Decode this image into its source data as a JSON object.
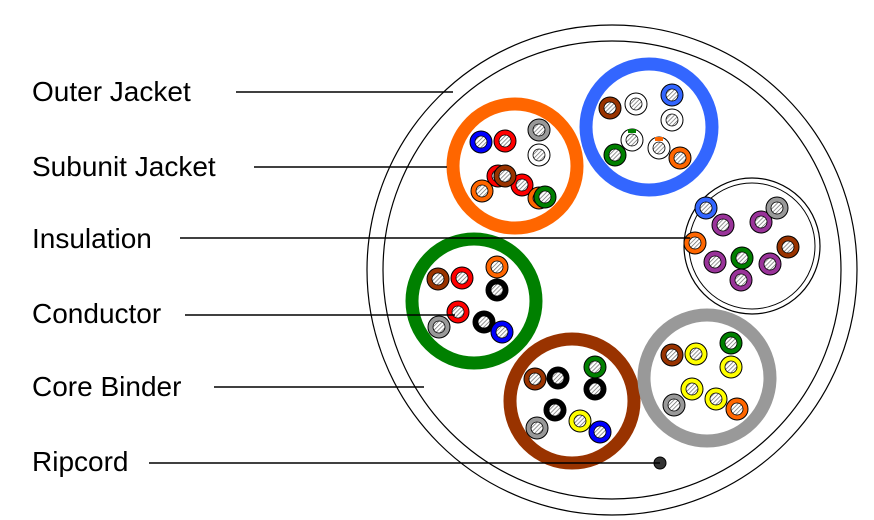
{
  "labels": {
    "outer_jacket": "Outer Jacket",
    "subunit_jacket": "Subunit Jacket",
    "insulation": "Insulation",
    "conductor": "Conductor",
    "core_binder": "Core Binder",
    "ripcord": "Ripcord"
  },
  "colors": {
    "outline": "#000000",
    "background": "#ffffff",
    "jacket_fill": "#eeeeee",
    "conductor_hatch": "#666666",
    "ripcord": "#333333"
  },
  "subunits": [
    {
      "name": "orange-subunit",
      "jacket_color": "#ff6600",
      "wires": [
        {
          "insulation": "#0000ff",
          "stripe": ""
        },
        {
          "insulation": "#ff0000",
          "stripe": ""
        },
        {
          "insulation": "#999999",
          "stripe": ""
        },
        {
          "insulation": "#ffffff",
          "stripe": ""
        },
        {
          "insulation": "#ff0000",
          "stripe": ""
        },
        {
          "insulation": "#ff6600",
          "stripe": ""
        },
        {
          "insulation": "#ff0000",
          "stripe": ""
        },
        {
          "insulation": "#ff6600",
          "stripe": ""
        },
        {
          "insulation": "#993300",
          "stripe": ""
        },
        {
          "insulation": "#008000",
          "stripe": ""
        }
      ]
    },
    {
      "name": "blue-subunit",
      "jacket_color": "#3366ff",
      "wires": [
        {
          "insulation": "#993300",
          "stripe": ""
        },
        {
          "insulation": "#ffffff",
          "stripe": ""
        },
        {
          "insulation": "#3366ff",
          "stripe": ""
        },
        {
          "insulation": "#ffffff",
          "stripe": ""
        },
        {
          "insulation": "#ffffff",
          "stripe": "#008000"
        },
        {
          "insulation": "#008000",
          "stripe": ""
        },
        {
          "insulation": "#ffffff",
          "stripe": "#ff6600"
        },
        {
          "insulation": "#ff6600",
          "stripe": ""
        }
      ]
    },
    {
      "name": "white-subunit",
      "jacket_color": "#ffffff",
      "wires": [
        {
          "insulation": "#3366ff",
          "stripe": ""
        },
        {
          "insulation": "#993399",
          "stripe": ""
        },
        {
          "insulation": "#993399",
          "stripe": ""
        },
        {
          "insulation": "#999999",
          "stripe": ""
        },
        {
          "insulation": "#ff6600",
          "stripe": ""
        },
        {
          "insulation": "#008000",
          "stripe": ""
        },
        {
          "insulation": "#993300",
          "stripe": ""
        },
        {
          "insulation": "#993399",
          "stripe": ""
        },
        {
          "insulation": "#993399",
          "stripe": ""
        },
        {
          "insulation": "#993399",
          "stripe": ""
        }
      ]
    },
    {
      "name": "green-subunit",
      "jacket_color": "#008000",
      "wires": [
        {
          "insulation": "#993300",
          "stripe": ""
        },
        {
          "insulation": "#ff0000",
          "stripe": ""
        },
        {
          "insulation": "#ff6600",
          "stripe": ""
        },
        {
          "insulation": "#000000",
          "stripe": ""
        },
        {
          "insulation": "#ff0000",
          "stripe": ""
        },
        {
          "insulation": "#999999",
          "stripe": ""
        },
        {
          "insulation": "#000000",
          "stripe": ""
        },
        {
          "insulation": "#0000ff",
          "stripe": ""
        }
      ]
    },
    {
      "name": "brown-subunit",
      "jacket_color": "#993300",
      "wires": [
        {
          "insulation": "#993300",
          "stripe": ""
        },
        {
          "insulation": "#000000",
          "stripe": ""
        },
        {
          "insulation": "#008000",
          "stripe": ""
        },
        {
          "insulation": "#000000",
          "stripe": ""
        },
        {
          "insulation": "#000000",
          "stripe": ""
        },
        {
          "insulation": "#999999",
          "stripe": ""
        },
        {
          "insulation": "#ffff00",
          "stripe": ""
        },
        {
          "insulation": "#0000ff",
          "stripe": ""
        }
      ]
    },
    {
      "name": "gray-subunit",
      "jacket_color": "#999999",
      "wires": [
        {
          "insulation": "#993300",
          "stripe": ""
        },
        {
          "insulation": "#ffff00",
          "stripe": ""
        },
        {
          "insulation": "#008000",
          "stripe": ""
        },
        {
          "insulation": "#ffff00",
          "stripe": ""
        },
        {
          "insulation": "#ffff00",
          "stripe": ""
        },
        {
          "insulation": "#999999",
          "stripe": ""
        },
        {
          "insulation": "#ffff00",
          "stripe": ""
        },
        {
          "insulation": "#ff6600",
          "stripe": ""
        }
      ]
    }
  ]
}
